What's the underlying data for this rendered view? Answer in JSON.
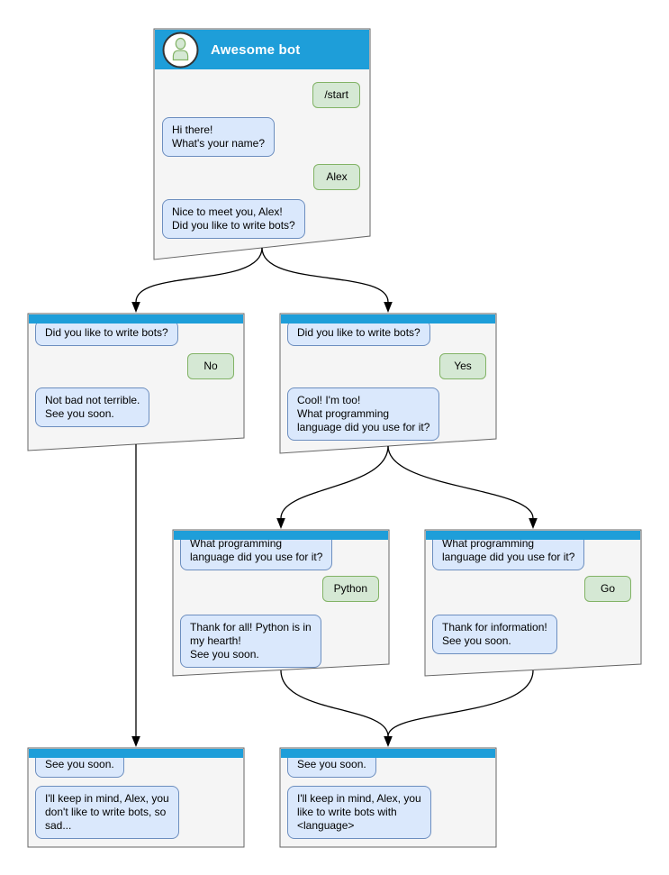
{
  "diagram": {
    "windows": {
      "main": {
        "title": "Awesome bot",
        "messages": [
          {
            "from": "user",
            "text": "/start"
          },
          {
            "from": "bot",
            "text": "Hi there!\nWhat's your name?"
          },
          {
            "from": "user",
            "text": "Alex"
          },
          {
            "from": "bot",
            "text": "Nice to meet you, Alex!\nDid you like to write bots?"
          }
        ]
      },
      "branch_no": {
        "messages": [
          {
            "from": "bot",
            "text": "Did you like to write bots?"
          },
          {
            "from": "user",
            "text": "No"
          },
          {
            "from": "bot",
            "text": "Not bad not terrible.\nSee you soon."
          }
        ]
      },
      "branch_yes": {
        "messages": [
          {
            "from": "bot",
            "text": "Did you like to write bots?"
          },
          {
            "from": "user",
            "text": "Yes"
          },
          {
            "from": "bot",
            "text": "Cool! I'm too!\nWhat programming\nlanguage did you use for it?"
          }
        ]
      },
      "lang_python": {
        "messages": [
          {
            "from": "bot",
            "text": "What programming\nlanguage did you use for it?"
          },
          {
            "from": "user",
            "text": "Python"
          },
          {
            "from": "bot",
            "text": "Thank for all! Python is in\nmy hearth!\nSee you soon."
          }
        ]
      },
      "lang_go": {
        "messages": [
          {
            "from": "bot",
            "text": "What programming\nlanguage did you use for it?"
          },
          {
            "from": "user",
            "text": "Go"
          },
          {
            "from": "bot",
            "text": "Thank for information!\nSee you soon."
          }
        ]
      },
      "end_no": {
        "messages": [
          {
            "from": "bot",
            "text": "See you soon."
          },
          {
            "from": "bot",
            "text": "I'll keep in mind, Alex, you\ndon't like to write bots, so\nsad..."
          }
        ]
      },
      "end_yes": {
        "messages": [
          {
            "from": "bot",
            "text": "See you soon."
          },
          {
            "from": "bot",
            "text": "I'll keep in mind, Alex, you\nlike to write bots with\n<language>"
          }
        ]
      }
    },
    "edges": [
      {
        "from": "main",
        "to": "branch_no"
      },
      {
        "from": "main",
        "to": "branch_yes"
      },
      {
        "from": "branch_no",
        "to": "end_no"
      },
      {
        "from": "branch_yes",
        "to": "lang_python"
      },
      {
        "from": "branch_yes",
        "to": "lang_go"
      },
      {
        "from": "lang_python",
        "to": "end_yes"
      },
      {
        "from": "lang_go",
        "to": "end_yes"
      }
    ]
  },
  "colors": {
    "header": "#1e9ed9",
    "window_fill": "#f5f5f5",
    "window_border": "#666666",
    "bot_fill": "#dae8fc",
    "bot_border": "#6c8ebf",
    "user_fill": "#d5e8d4",
    "user_border": "#82b366",
    "arrow": "#000000"
  }
}
